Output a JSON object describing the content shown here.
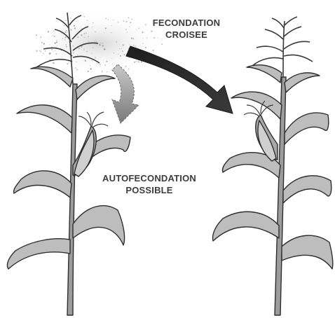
{
  "labels": {
    "cross_pollination": [
      "FECONDATION",
      "CROISEE"
    ],
    "self_pollination": [
      "AUTOFECONDATION",
      "POSSIBLE"
    ]
  },
  "colors": {
    "leaf_fill": "#bdbdbd",
    "leaf_stroke": "#2e2e2e",
    "stem": "#4a4a4a",
    "cross_arrow": "#2b2b2b",
    "self_arrow": "#8f8f8f",
    "pollen": "#9a9a9a",
    "text": "#3c3c3c"
  },
  "icons": [
    "maize-plant-icon",
    "pollen-cloud-icon",
    "cross-pollination-arrow-icon",
    "self-pollination-arrow-icon"
  ]
}
